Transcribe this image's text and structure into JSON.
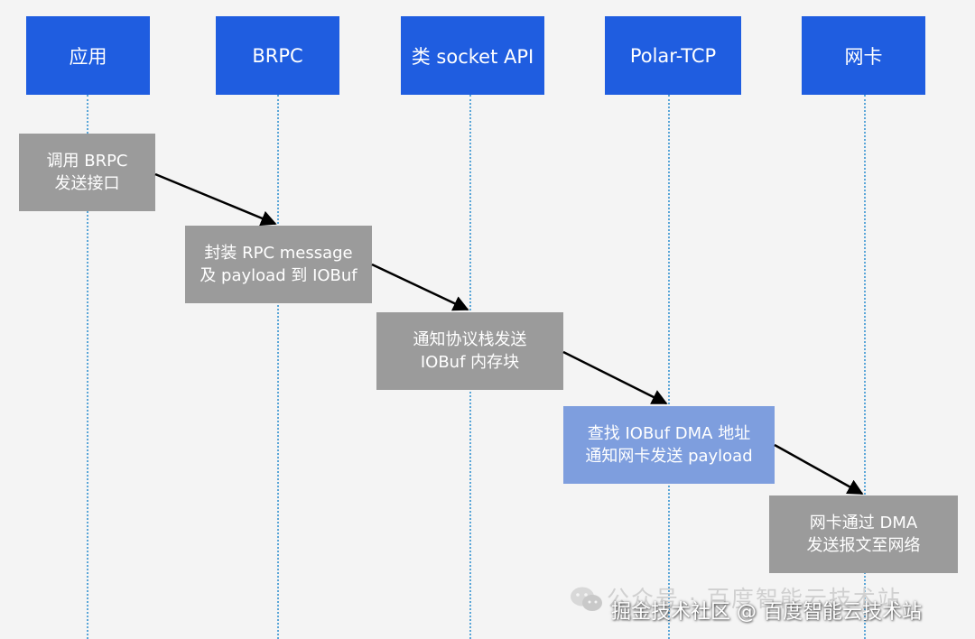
{
  "lanes": [
    {
      "label": "应用"
    },
    {
      "label": "BRPC"
    },
    {
      "label": "类 socket API"
    },
    {
      "label": "Polar-TCP"
    },
    {
      "label": "网卡"
    }
  ],
  "steps": [
    {
      "lines": [
        "调用 BRPC",
        "发送接口"
      ]
    },
    {
      "lines": [
        "封装 RPC message",
        "及 payload 到 IOBuf"
      ]
    },
    {
      "lines": [
        "通知协议栈发送",
        "IOBuf 内存块"
      ]
    },
    {
      "lines": [
        "查找 IOBuf DMA 地址",
        "通知网卡发送 payload"
      ]
    },
    {
      "lines": [
        "网卡通过 DMA",
        "发送报文至网络"
      ]
    }
  ],
  "watermark": {
    "faint": "公众号 · 百度智能云技术站",
    "overlay": "掘金技术社区 @ 百度智能云技术站"
  },
  "colors": {
    "lane_header": "#1f5de0",
    "step_box": "#9b9b9b",
    "step_highlight": "#7e9ede",
    "lifeline": "#5aa6d8",
    "arrow": "#000000"
  }
}
